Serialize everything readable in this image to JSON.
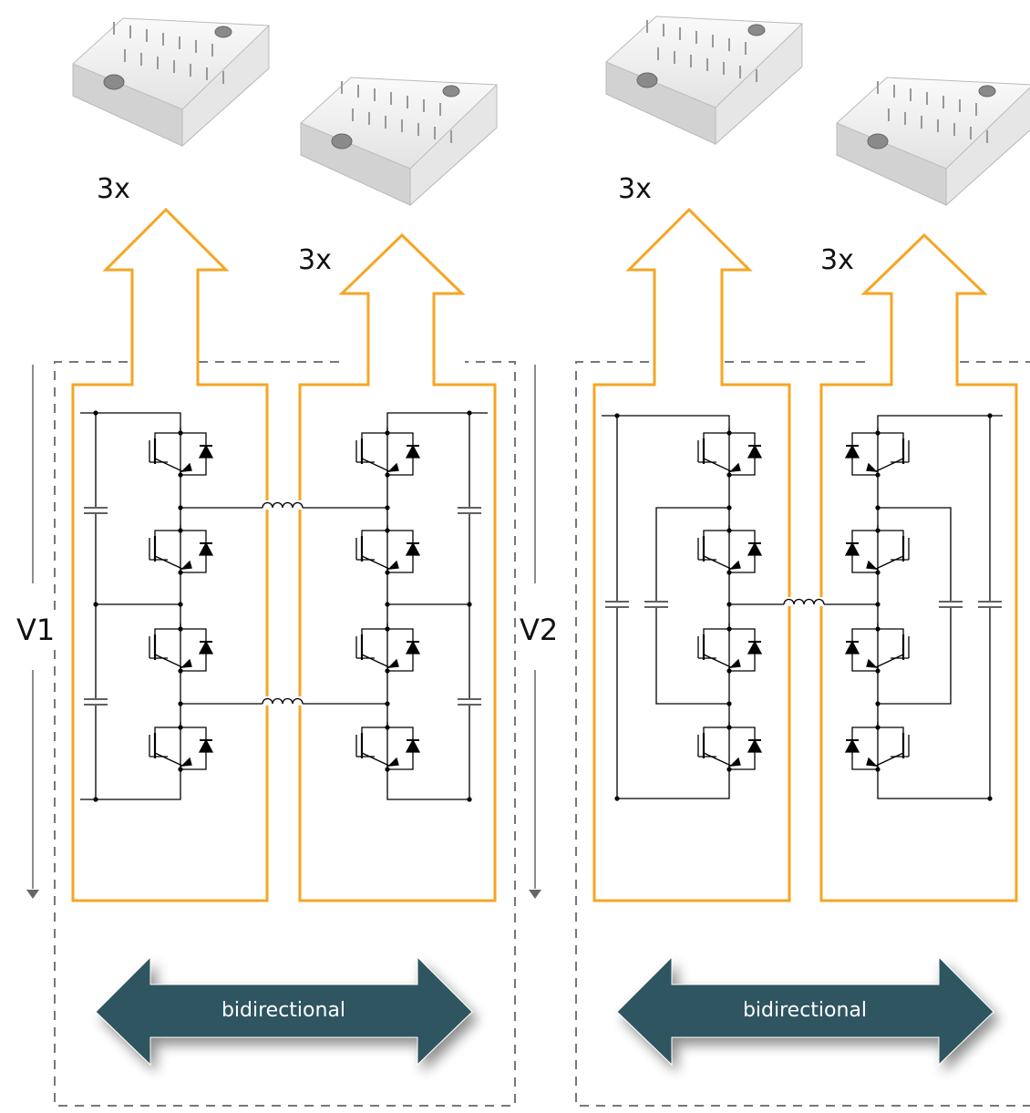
{
  "modules": {
    "left_multiplier_a": "3x",
    "left_multiplier_b": "3x",
    "right_multiplier_a": "3x",
    "right_multiplier_b": "3x"
  },
  "voltages": {
    "v1": "V1",
    "v2": "V2"
  },
  "direction": {
    "left": "bidirectional",
    "right": "bidirectional"
  },
  "colors": {
    "outline": "#f5a623",
    "arrow": "#2f5561",
    "dashed": "#777777",
    "wire": "#000000"
  }
}
